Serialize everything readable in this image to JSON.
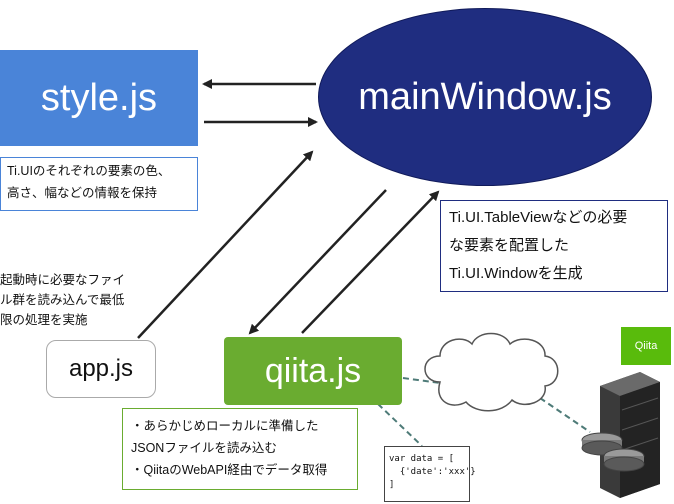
{
  "nodes": {
    "style": "style.js",
    "main": "mainWindow.js",
    "app": "app.js",
    "qiita": "qiita.js"
  },
  "notes": {
    "style": [
      "Ti.UIのそれぞれの要素の色、",
      "高さ、幅などの情報を保持"
    ],
    "main": [
      "Ti.UI.TableViewなどの必要",
      "な要素を配置した",
      "Ti.UI.Windowを生成"
    ],
    "startup": [
      "起動時に必要なファイ",
      "ル群を読み込んで最低",
      "限の処理を実施"
    ],
    "qiita": [
      "・あらかじめローカルに準備した",
      "JSONファイルを読み込む",
      "・QiitaのWebAPI経由でデータ取得"
    ]
  },
  "code": [
    "var data = [",
    "  {'date':'xxx'}",
    "]"
  ],
  "logo": "Qiita",
  "colors": {
    "style_node": "#4a84d8",
    "main_node": "#1f2d80",
    "qiita_node": "#6aac30",
    "qiita_logo": "#59bb0c"
  },
  "icons": [
    "cloud-icon",
    "server-icon",
    "qiita-logo"
  ]
}
